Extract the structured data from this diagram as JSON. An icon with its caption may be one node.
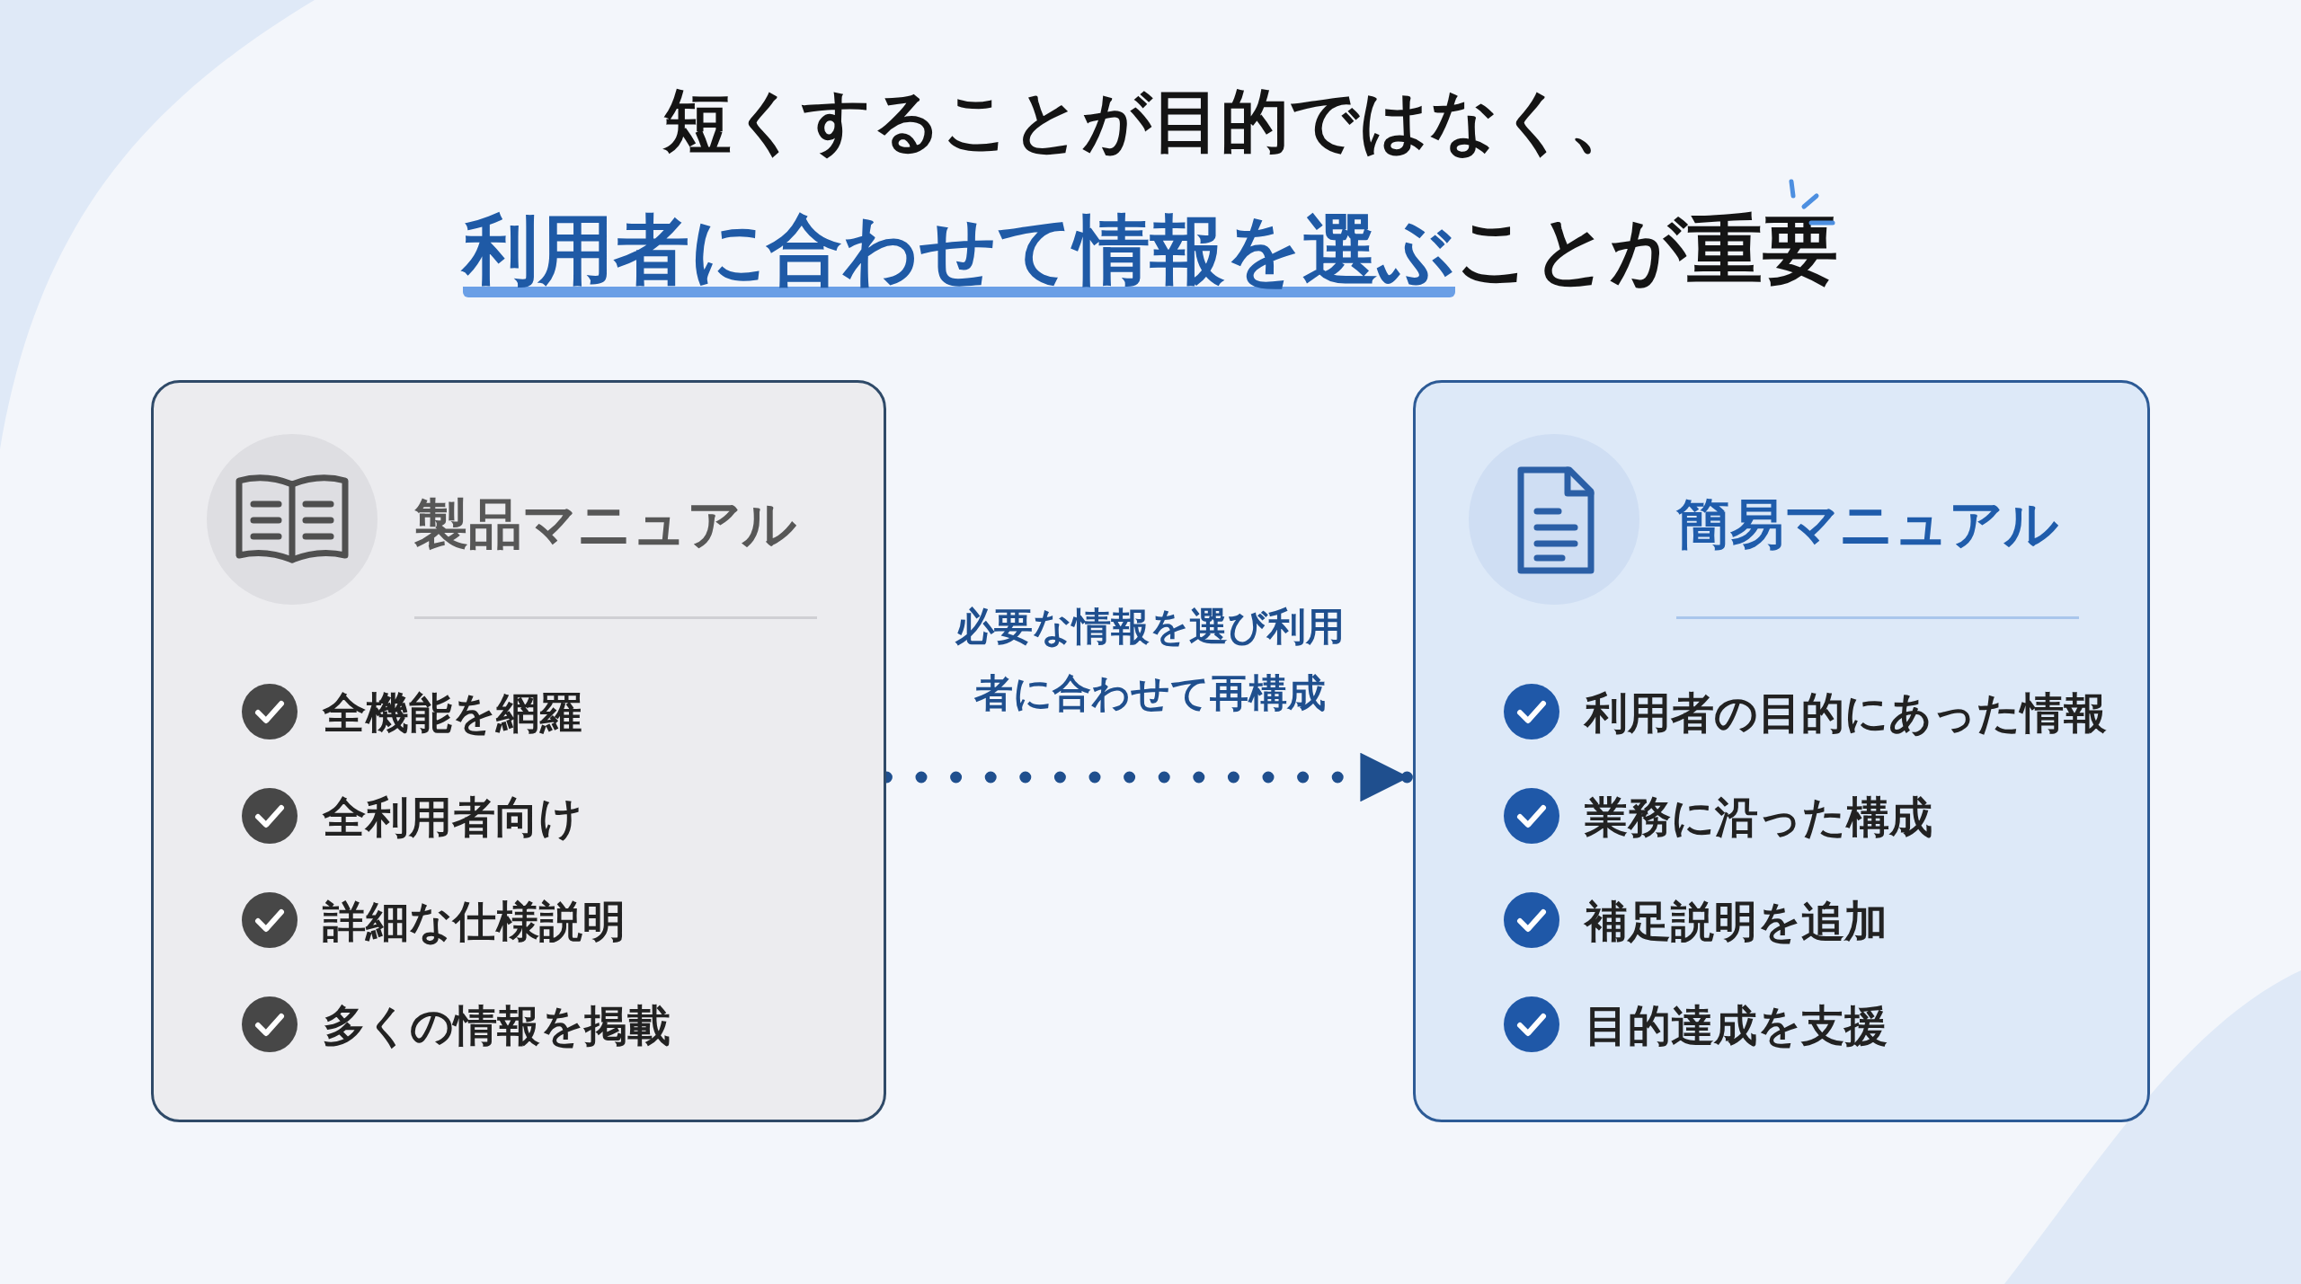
{
  "diagram": {
    "title": "短くすることが目的ではなく、",
    "nodes": [
      {
        "text": [
          "製品マニュアル",
          "全機能を網羅",
          "全利用者向け",
          "詳細な仕様説明",
          "多くの情報を掲載"
        ]
      },
      {
        "text": [
          "簡易マニュアル",
          "利用者の目的にあった情報",
          "業務に沿った構成",
          "補足説明を追加",
          "目的達成を支援"
        ]
      }
    ],
    "edges": [
      {
        "from": 0,
        "to": 1,
        "arrow": "to",
        "style": "dashed",
        "label": "必要な情報を選び利用者に合わせて再構成"
      }
    ],
    "labels": [
      "**利用者に合わせて情報を選ぶ**ことが重要"
    ]
  }
}
